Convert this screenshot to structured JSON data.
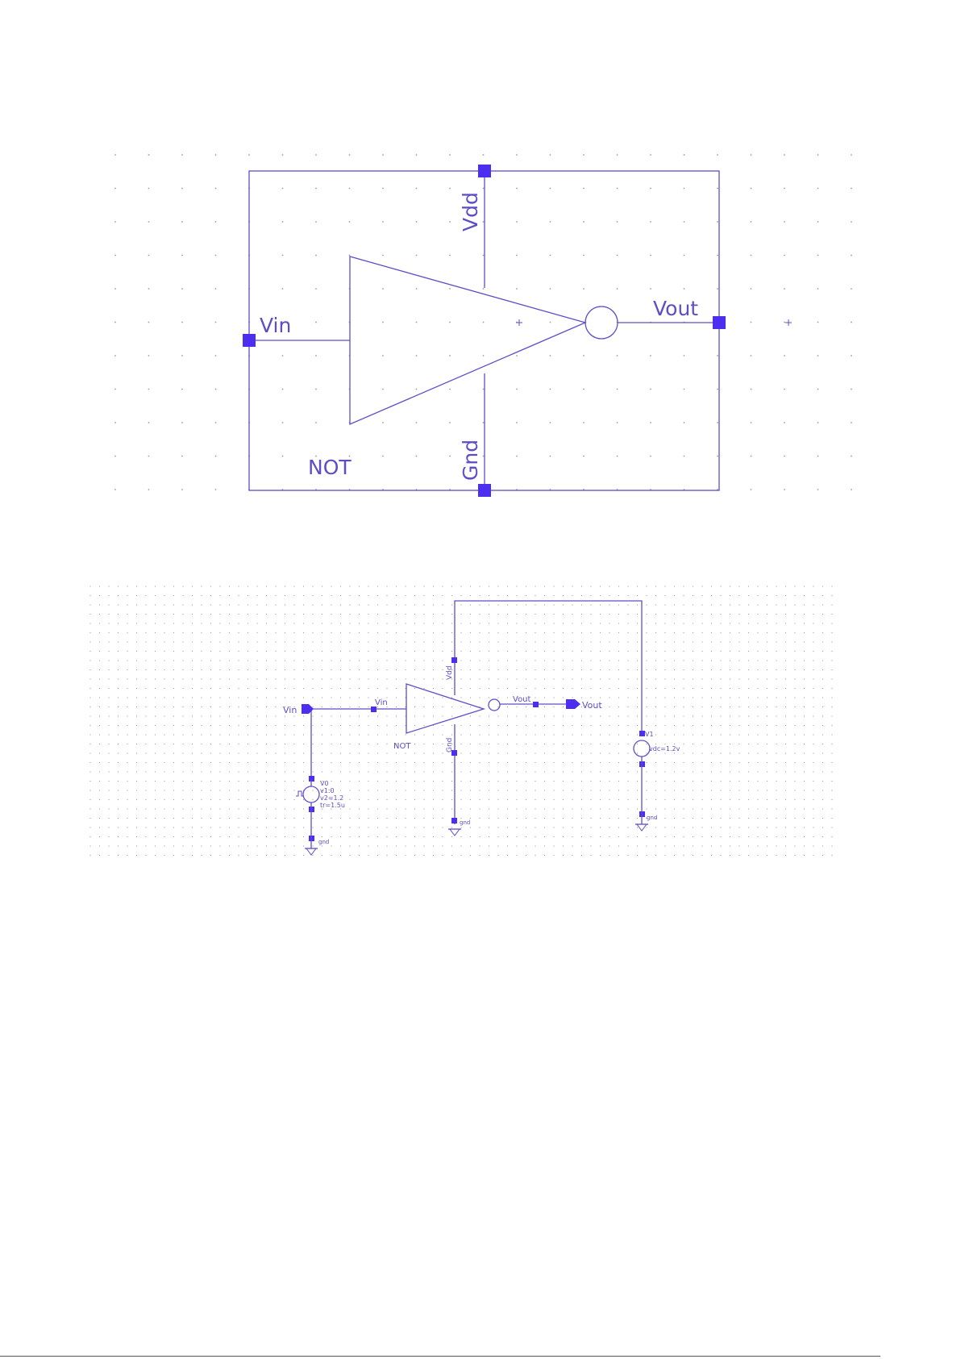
{
  "symbol": {
    "name": "NOT",
    "pins": {
      "top": "Vdd",
      "bottom": "Gnd",
      "left": "Vin",
      "right": "Vout"
    }
  },
  "schematic": {
    "input_pin": "Vin",
    "output_pin": "Vout",
    "instance": {
      "name": "NOT",
      "pin_in": "Vin",
      "pin_out": "Vout",
      "pin_vdd": "Vdd",
      "pin_gnd": "Gnd"
    },
    "pulse_source": {
      "name": "V0",
      "v1": "v1:0",
      "v2": "v2=1.2",
      "tr": "tr=1.5u",
      "ground": "gnd"
    },
    "dc_source": {
      "name": "V1",
      "vdc": "vdc=1.2v",
      "ground": "gnd"
    },
    "inverter_ground": "gnd"
  },
  "colors": {
    "wire": "#5d4ec8",
    "pin": "#4b2ef0",
    "grid": "#9a9aa8"
  }
}
